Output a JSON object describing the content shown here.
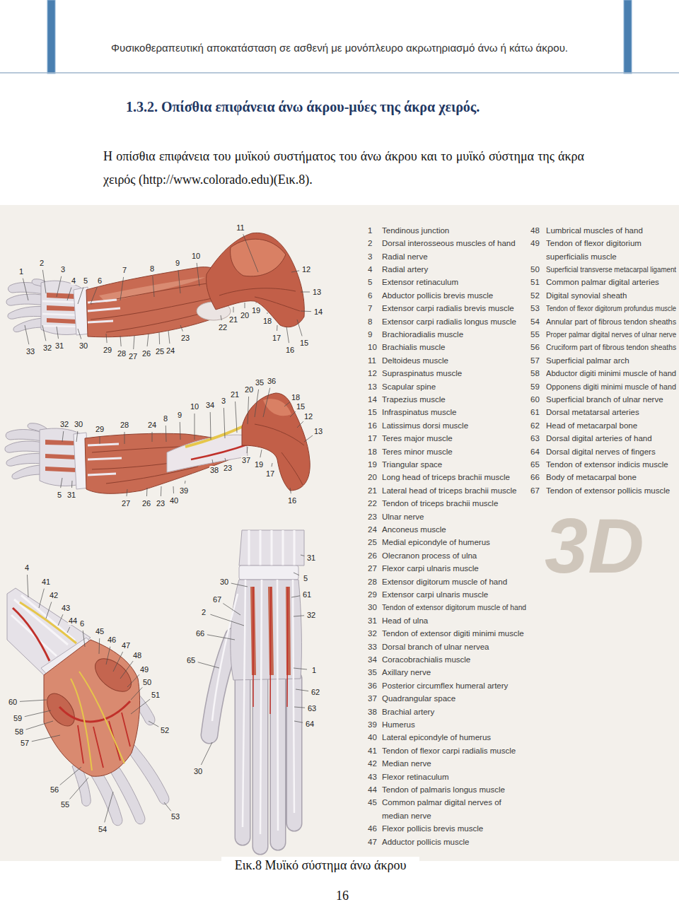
{
  "diagram": {
    "title": "1.3.2. Οπίσθια επιφάνεια άνω άκρου-μύες της άκρα χειρός.",
    "caption": "Εικ.8 Μυϊκό σύστημα άνω άκρου",
    "labels": [
      "Φυσικοθεραπευτική αποκατάσταση σε ασθενή με μονόπλευρο ακρωτηριασμό άνω ή κάτω άκρου.",
      "Η οπίσθια επιφάνεια του μυϊκού συστήματος του άνω άκρου και το μυϊκό σύστημα της άκρα χειρός (http://www.colorado.edu)(Εικ.8).",
      "11",
      "10",
      "9",
      "8",
      "7",
      "6",
      "5",
      "4",
      "3",
      "2",
      "1",
      "12",
      "13",
      "14",
      "15",
      "16",
      "17",
      "18",
      "19",
      "20",
      "21",
      "22",
      "23",
      "24",
      "25",
      "26",
      "27",
      "28",
      "29",
      "30",
      "31",
      "32",
      "33",
      "35",
      "36",
      "20",
      "21",
      "3",
      "34",
      "10",
      "9",
      "8",
      "18",
      "15",
      "12",
      "13",
      "24",
      "28",
      "29",
      "30",
      "32",
      "37",
      "19",
      "17",
      "23",
      "38",
      "39",
      "40",
      "26",
      "23",
      "27",
      "5",
      "31",
      "16",
      "4",
      "41",
      "42",
      "43",
      "44",
      "6",
      "45",
      "46",
      "47",
      "48",
      "49",
      "50",
      "51",
      "52",
      "60",
      "59",
      "58",
      "57",
      "56",
      "55",
      "54",
      "53",
      "31",
      "30",
      "5",
      "67",
      "61",
      "2",
      "32",
      "66",
      "65",
      "1",
      "62",
      "63",
      "64",
      "30",
      "1",
      "Tendinous junction",
      "2",
      "Dorsal interosseous muscles of hand",
      "3",
      "Radial nerve",
      "4",
      "Radial artery",
      "5",
      "Extensor retinaculum",
      "6",
      "Abductor pollicis brevis muscle",
      "7",
      "Extensor carpi radialis brevis muscle",
      "8",
      "Extensor carpi radialis longus muscle",
      "9",
      "Brachioradialis muscle",
      "10",
      "Brachialis muscle",
      "11",
      "Deltoideus muscle",
      "12",
      "Supraspinatus muscle",
      "13",
      "Scapular spine",
      "14",
      "Trapezius muscle",
      "15",
      "Infraspinatus muscle",
      "16",
      "Latissimus dorsi muscle",
      "17",
      "Teres major muscle",
      "18",
      "Teres minor muscle",
      "19",
      "Triangular space",
      "20",
      "Long head of triceps brachii muscle",
      "21",
      "Lateral head of triceps brachii muscle",
      "22",
      "Tendon of triceps brachii muscle",
      "23",
      "Ulnar nerve",
      "24",
      "Anconeus muscle",
      "25",
      "Medial epicondyle of humerus",
      "26",
      "Olecranon process of ulna",
      "27",
      "Flexor carpi ulnaris muscle",
      "28",
      "Extensor digitorum muscle of hand",
      "29",
      "Extensor carpi ulnaris muscle",
      "30",
      "Tendon of extensor digitorum muscle of hand",
      "31",
      "Head of ulna",
      "32",
      "Tendon of extensor digiti minimi muscle",
      "33",
      "Dorsal branch of ulnar nervea",
      "34",
      "Coracobrachialis muscle",
      "35",
      "Axillary nerve",
      "36",
      "Posterior circumflex humeral artery",
      "37",
      "Quadrangular space",
      "38",
      "Brachial artery",
      "39",
      "Humerus",
      "40",
      "Lateral epicondyle of humerus",
      "41",
      "Tendon of flexor carpi radialis muscle",
      "42",
      "Median nerve",
      "43",
      "Flexor retinaculum",
      "44",
      "Tendon of palmaris longus muscle",
      "45",
      "Common palmar digital nerves of median nerve",
      "46",
      "Flexor pollicis brevis muscle",
      "47",
      "Adductor pollicis muscle",
      "48",
      "Lumbrical muscles of hand",
      "49",
      "Tendon of flexor digitorium superficialis muscle",
      "50",
      "Superficial transverse metacarpal ligament",
      "51",
      "Common palmar digital arteries",
      "52",
      "Digital synovial sheath",
      "53",
      "Tendon of flexor digitorum profundus muscle",
      "54",
      "Annular part of fibrous tendon sheaths",
      "55",
      "Proper palmar digital nerves of ulnar nerve",
      "56",
      "Cruciform part of fibrous tendon sheaths",
      "57",
      "Superficial palmar arch",
      "58",
      "Abductor digiti minimi muscle of hand",
      "59",
      "Opponens digiti minimi muscle of hand",
      "60",
      "Superficial branch of ulnar nerve",
      "61",
      "Dorsal metatarsal arteries",
      "62",
      "Head of metacarpal bone",
      "63",
      "Dorsal digital arteries of hand",
      "64",
      "Dorsal digital nerves of fingers",
      "65",
      "Tendon of extensor indicis muscle",
      "66",
      "Body of metacarpal bone",
      "67",
      "Tendon of extensor pollicis muscle",
      "3D",
      "16"
    ]
  }
}
